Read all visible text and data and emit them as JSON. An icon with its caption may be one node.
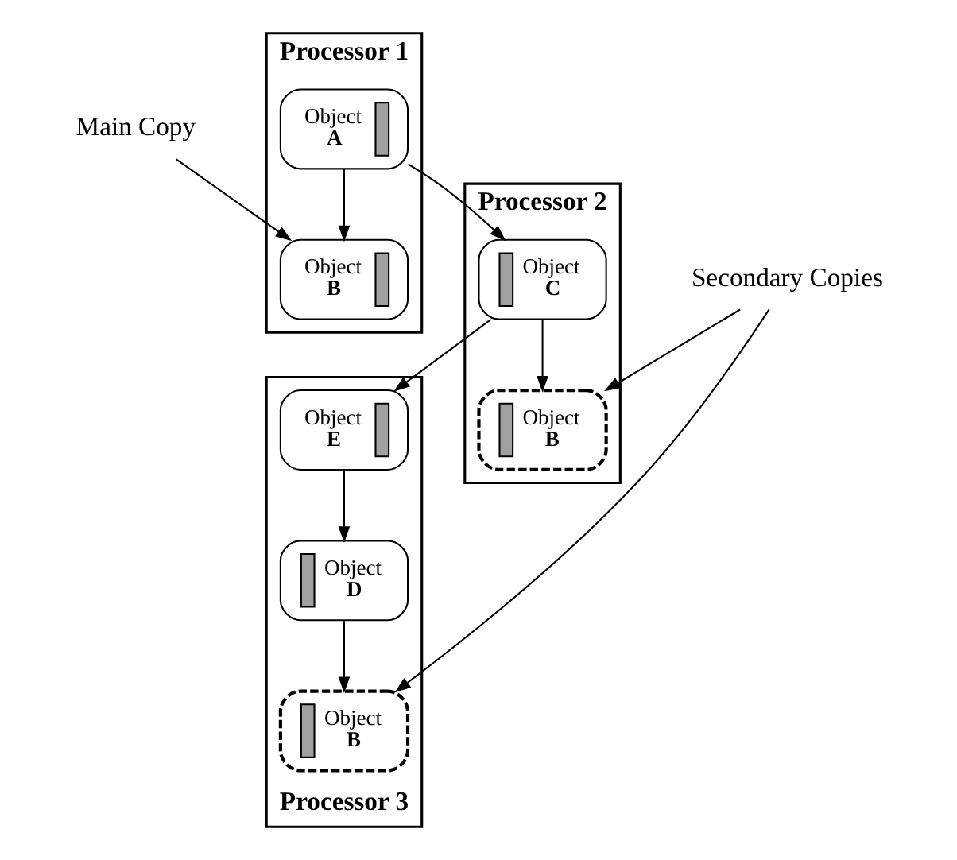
{
  "diagram": {
    "nodes": [
      {
        "text": [
          "Processor 1"
        ]
      },
      {
        "text": [
          "Object",
          "A"
        ],
        "in": 0
      },
      {
        "text": [
          "Object",
          "B"
        ],
        "in": 0
      },
      {
        "text": [
          "Processor 2"
        ]
      },
      {
        "text": [
          "Object",
          "C"
        ],
        "in": 3
      },
      {
        "text": [
          "Object",
          "B"
        ],
        "in": 3
      },
      {
        "text": [
          "Processor 3"
        ]
      },
      {
        "text": [
          "Object",
          "B"
        ],
        "in": 6
      },
      {
        "text": [
          "Object",
          "E"
        ],
        "in": 6
      },
      {
        "text": [
          "Object",
          "D"
        ],
        "in": 6
      },
      {
        "text": [
          "Secondary Copies"
        ]
      },
      {
        "text": [
          "Main Copy"
        ]
      }
    ],
    "edges": [
      {
        "from": 1,
        "to": 4,
        "arrow": "to"
      },
      {
        "from": 1,
        "to": 2,
        "arrow": "to"
      },
      {
        "from": 4,
        "to": 5,
        "arrow": "to"
      },
      {
        "from": 4,
        "to": 8,
        "arrow": "to"
      },
      {
        "from": 8,
        "to": 9,
        "arrow": "to"
      },
      {
        "from": 9,
        "to": 7,
        "arrow": "to"
      },
      {
        "from": 10,
        "to": 5,
        "arrow": "to"
      },
      {
        "from": 10,
        "to": 7,
        "arrow": "to"
      },
      {
        "from": 11,
        "to": 2,
        "arrow": "to"
      }
    ]
  }
}
